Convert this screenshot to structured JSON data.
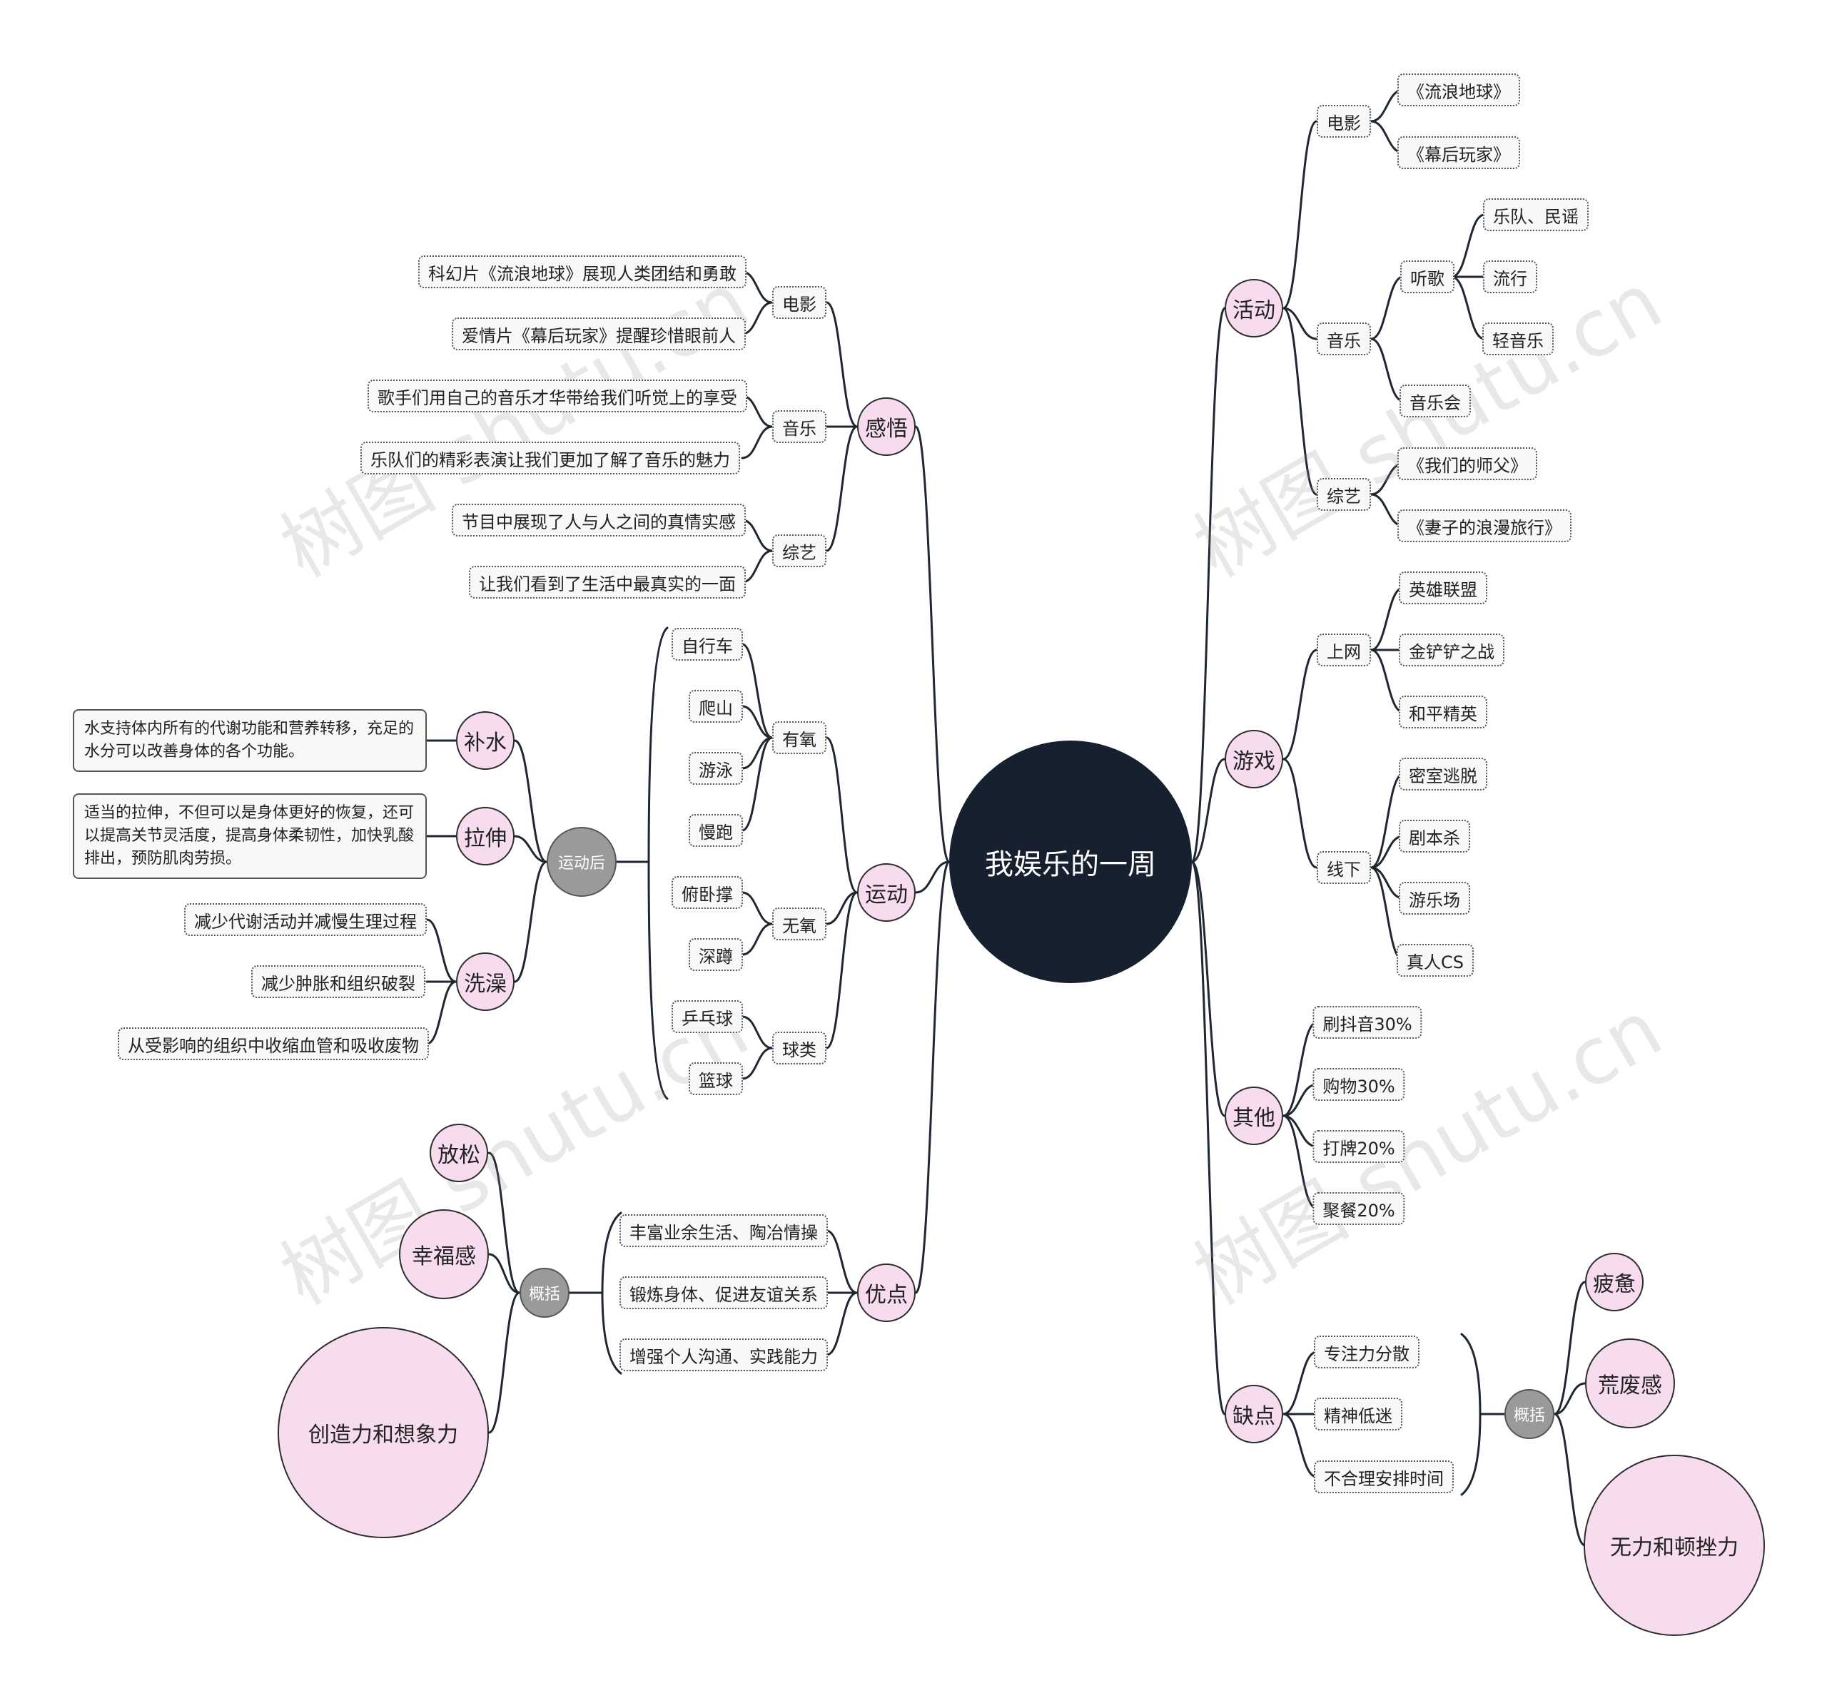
{
  "title": "我娱乐的一周",
  "watermark": "树图 shutu.cn",
  "right": {
    "activity": {
      "label": "活动",
      "movie": {
        "label": "电影",
        "items": [
          "《流浪地球》",
          "《幕后玩家》"
        ]
      },
      "music": {
        "label": "音乐",
        "listen": {
          "label": "听歌",
          "items": [
            "乐队、民谣",
            "流行",
            "轻音乐"
          ]
        },
        "concert": "音乐会"
      },
      "variety": {
        "label": "综艺",
        "items": [
          "《我们的师父》",
          "《妻子的浪漫旅行》"
        ]
      }
    },
    "games": {
      "label": "游戏",
      "online": {
        "label": "上网",
        "items": [
          "英雄联盟",
          "金铲铲之战",
          "和平精英"
        ]
      },
      "offline": {
        "label": "线下",
        "items": [
          "密室逃脱",
          "剧本杀",
          "游乐场",
          "真人CS"
        ]
      }
    },
    "other": {
      "label": "其他",
      "items": [
        "刷抖音30%",
        "购物30%",
        "打牌20%",
        "聚餐20%"
      ]
    },
    "cons": {
      "label": "缺点",
      "items": [
        "专注力分散",
        "精神低迷",
        "不合理安排时间"
      ],
      "summary": {
        "label": "概括",
        "items": [
          "疲惫",
          "荒废感",
          "无力和顿挫力"
        ]
      }
    }
  },
  "left": {
    "insight": {
      "label": "感悟",
      "movie": {
        "label": "电影",
        "items": [
          "科幻片《流浪地球》展现人类团结和勇敢",
          "爱情片《幕后玩家》提醒珍惜眼前人"
        ]
      },
      "music": {
        "label": "音乐",
        "items": [
          "歌手们用自己的音乐才华带给我们听觉上的享受",
          "乐队们的精彩表演让我们更加了解了音乐的魅力"
        ]
      },
      "variety": {
        "label": "综艺",
        "items": [
          "节目中展现了人与人之间的真情实感",
          "让我们看到了生活中最真实的一面"
        ]
      }
    },
    "sport": {
      "label": "运动",
      "aerobic": {
        "label": "有氧",
        "items": [
          "自行车",
          "爬山",
          "游泳",
          "慢跑"
        ]
      },
      "anaerobic": {
        "label": "无氧",
        "items": [
          "俯卧撑",
          "深蹲"
        ]
      },
      "ball": {
        "label": "球类",
        "items": [
          "乒乓球",
          "篮球"
        ]
      },
      "after": {
        "label": "运动后",
        "hydrate": {
          "label": "补水",
          "note": "水支持体内所有的代谢功能和营养转移，充足的水分可以改善身体的各个功能。"
        },
        "stretch": {
          "label": "拉伸",
          "note": "适当的拉伸，不但可以是身体更好的恢复，还可以提高关节灵活度，提高身体柔韧性，加快乳酸排出，预防肌肉劳损。"
        },
        "bath": {
          "label": "洗澡",
          "items": [
            "减少代谢活动并减慢生理过程",
            "减少肿胀和组织破裂",
            "从受影响的组织中收缩血管和吸收废物"
          ]
        }
      }
    },
    "pros": {
      "label": "优点",
      "items": [
        "丰富业余生活、陶冶情操",
        "锻炼身体、促进友谊关系",
        "增强个人沟通、实践能力"
      ],
      "summary": {
        "label": "概括",
        "items": [
          "放松",
          "幸福感",
          "创造力和想象力"
        ]
      }
    }
  }
}
